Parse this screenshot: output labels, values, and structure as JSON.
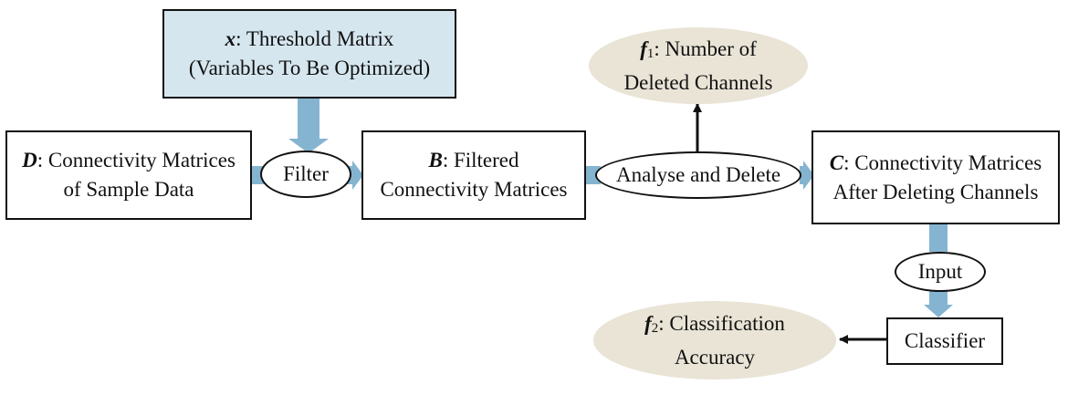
{
  "nodes": {
    "threshold": {
      "symbol": "x",
      "line1": ": Threshold Matrix",
      "line2": "(Variables To Be Optimized)"
    },
    "input_d": {
      "symbol": "D",
      "line1": ": Connectivity Matrices",
      "line2": "of Sample Data"
    },
    "filtered_b": {
      "symbol": "B",
      "line1": ": Filtered",
      "line2": "Connectivity Matrices"
    },
    "after_c": {
      "symbol": "C",
      "line1": ": Connectivity Matrices",
      "line2": "After Deleting Channels"
    },
    "classifier": {
      "label": "Classifier"
    },
    "f1": {
      "symbol": "f",
      "sub": "1",
      "line1": ":  Number of",
      "line2": "Deleted Channels"
    },
    "f2": {
      "symbol": "f",
      "sub": "2",
      "line1": ":  Classification",
      "line2": "Accuracy"
    }
  },
  "operations": {
    "filter": "Filter",
    "analyse_delete": "Analyse and Delete",
    "input": "Input"
  },
  "colors": {
    "flow_arrow": "#85b4d1",
    "input_box_fill": "#d5e6ef",
    "objective_fill": "#e9e4d6",
    "outline": "#111111"
  }
}
